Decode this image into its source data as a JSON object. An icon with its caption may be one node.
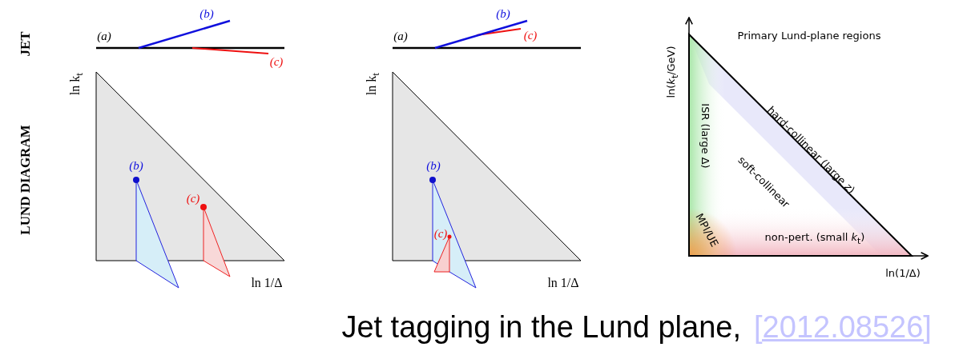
{
  "diagram": {
    "caption": "Jet tagging in the Lund plane,",
    "labels": [
      "JET",
      "LUND DIAGRAM",
      "(a)",
      "(b)",
      "(c)",
      "ln k$_{t}$",
      "(b)",
      "(c)",
      "ln 1/Δ",
      "(a)",
      "(b)",
      "(c)",
      "ln k$_{t}$",
      "(b)",
      "(c)",
      "ln 1/Δ",
      "ln(*k*$_{t}$/GeV)",
      "Primary Lund-plane regions",
      "ISR (large Δ)",
      "hard-collinear (large *z*)",
      "soft-collinear",
      "MPI/UE",
      "non-pert. (small *k*$_{t}$)",
      "ln(1/Δ)",
      "[2012.08526]"
    ]
  }
}
